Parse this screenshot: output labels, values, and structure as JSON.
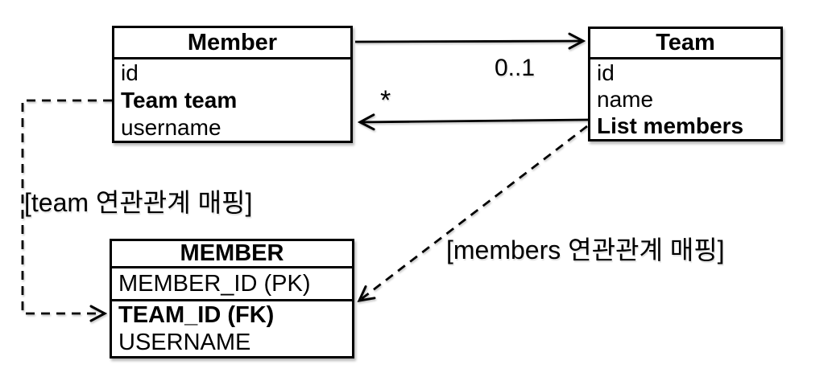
{
  "classes": {
    "member": {
      "title": "Member",
      "fields": [
        "id",
        "Team team",
        "username"
      ]
    },
    "team": {
      "title": "Team",
      "fields": [
        "id",
        "name",
        "List members"
      ]
    }
  },
  "table": {
    "title": "MEMBER",
    "primary_key": "MEMBER_ID (PK)",
    "rows": [
      "TEAM_ID (FK)",
      "USERNAME"
    ]
  },
  "multiplicities": {
    "member_to_team": "0..1",
    "team_to_member": "*"
  },
  "labels": {
    "team_mapping": "[team 연관관계 매핑]",
    "members_mapping": "[members 연관관계 매핑]"
  },
  "colors": {
    "line": "#000000",
    "background": "#ffffff",
    "box_fill": "#ffffff"
  }
}
